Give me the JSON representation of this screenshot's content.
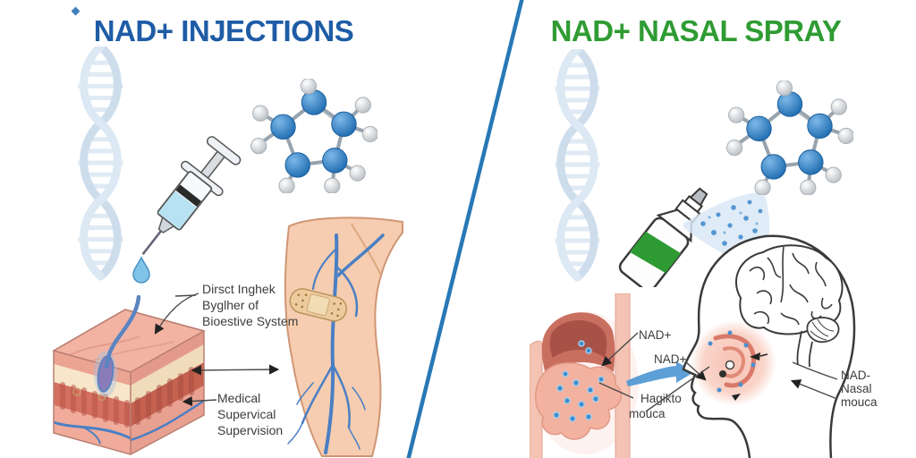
{
  "page": {
    "background": "#ffffff"
  },
  "divider": {
    "color": "#2878b6"
  },
  "left_panel": {
    "title": "NAD+ INJECTIONS",
    "title_color": "#1e5ca6",
    "labels": {
      "injection_route_line1": "Dirsct Inghek",
      "injection_route_line2": "Byglher of",
      "injection_route_line3": "Bioestive System",
      "supervision_line1": "Medical",
      "supervision_line2": "Supervical",
      "supervision_line3": "Supervision"
    },
    "illustrations": {
      "dna": "dna-double-helix",
      "syringe": "syringe-with-droplet",
      "molecule": "nad-molecule-ball-and-stick",
      "skin_block": "skin-cross-section-cube",
      "arm": "arm-with-bandage-and-veins"
    }
  },
  "right_panel": {
    "title": "NAD+ NASAL SPRAY",
    "title_color": "#2f9c33",
    "labels": {
      "nad_upper": "NAD+",
      "nad_lower": "NAD+",
      "mucosa_line1": "Hagikto",
      "mucosa_line2": "mouca",
      "nasal_right_line1": "NAD-",
      "nasal_right_line2": "Nasal",
      "nasal_right_line3": "mouca"
    },
    "illustrations": {
      "dna": "dna-double-helix",
      "spray_bottle": "nasal-spray-bottle",
      "spray_mist": "spray-mist-cone",
      "molecule": "nad-molecule-ball-and-stick",
      "nasal_cavity": "nasal-cavity-cross-section",
      "head": "head-profile-with-brain"
    }
  },
  "colors": {
    "molecule_atom_blue": "#2a72b8",
    "molecule_atom_white": "#e9edf0",
    "dna_strand": "#cddef0",
    "vein_blue": "#4a7fc4",
    "skin_tone": "#f6cdb0",
    "spray_green": "#2e9b32",
    "mist_blue": "#d9e9f6",
    "particle_blue": "#4a90d0",
    "label_text": "#3c3c3c"
  }
}
